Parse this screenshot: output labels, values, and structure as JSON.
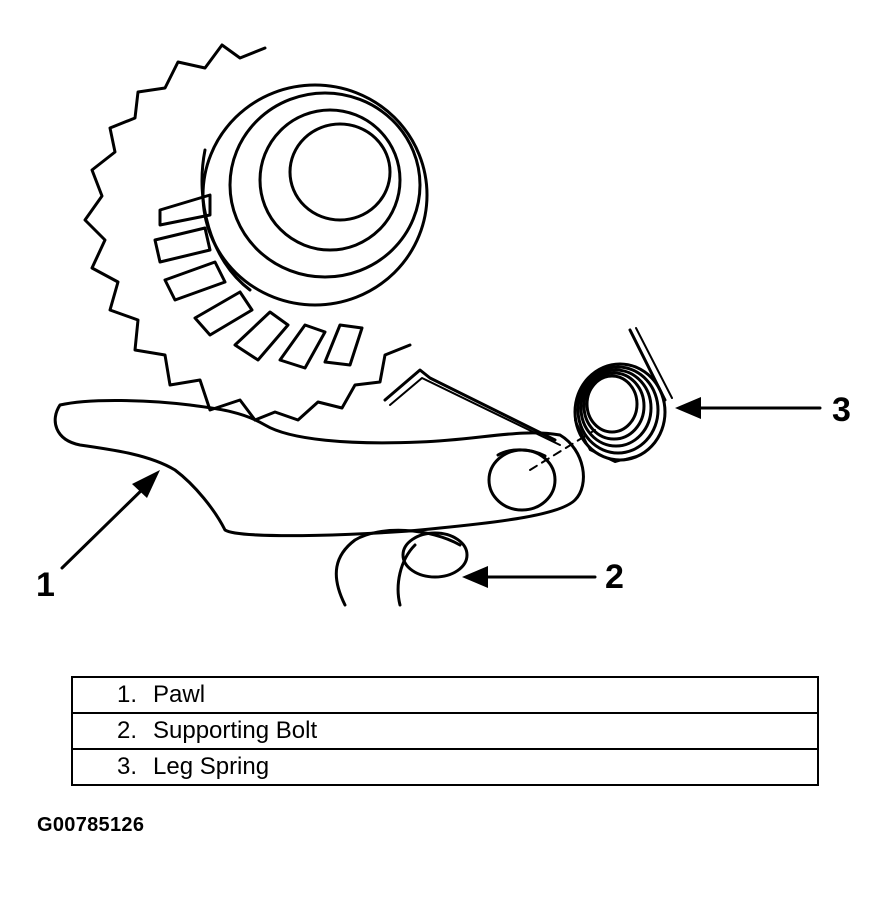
{
  "callouts": [
    {
      "id": "1",
      "label": "1"
    },
    {
      "id": "2",
      "label": "2"
    },
    {
      "id": "3",
      "label": "3"
    }
  ],
  "legend": [
    {
      "num": "1.",
      "text": "Pawl"
    },
    {
      "num": "2.",
      "text": "Supporting Bolt"
    },
    {
      "num": "3.",
      "text": "Leg Spring"
    }
  ],
  "figure_code": "G00785126"
}
